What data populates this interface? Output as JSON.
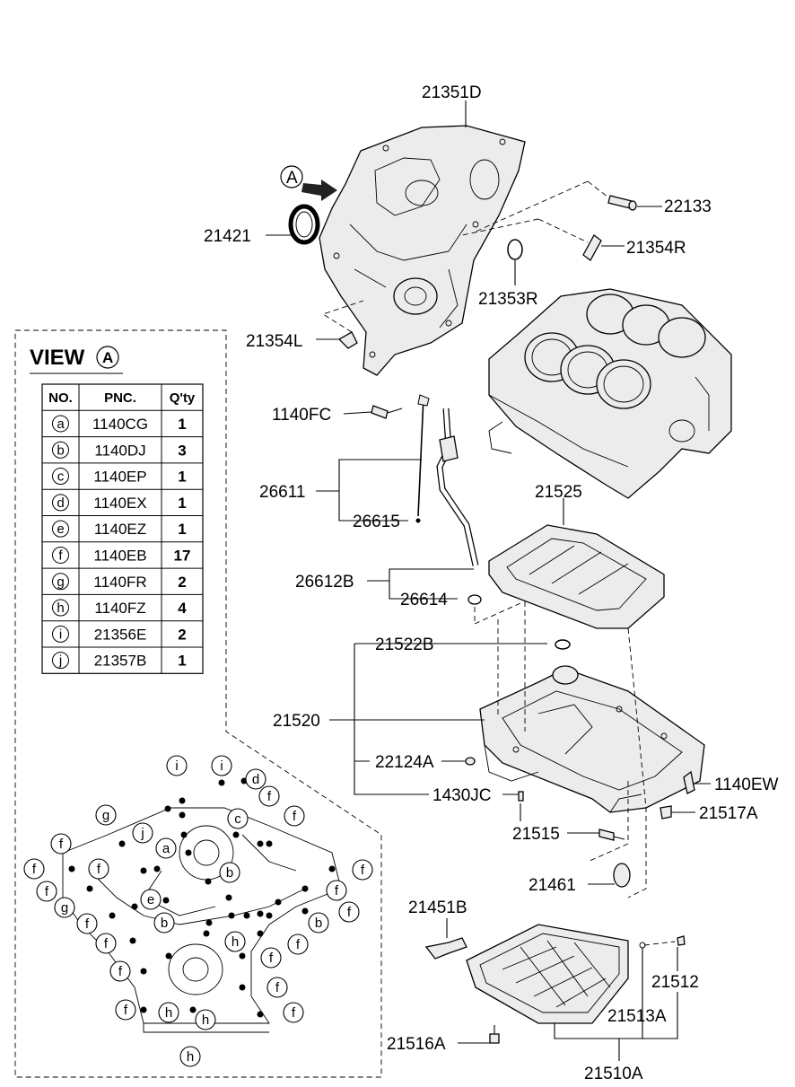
{
  "part_labels": [
    {
      "id": "p21351D",
      "text": "21351D"
    },
    {
      "id": "p22133",
      "text": "22133"
    },
    {
      "id": "p21421",
      "text": "21421"
    },
    {
      "id": "p21354R",
      "text": "21354R"
    },
    {
      "id": "p21353R",
      "text": "21353R"
    },
    {
      "id": "p21354L",
      "text": "21354L"
    },
    {
      "id": "p1140FC",
      "text": "1140FC"
    },
    {
      "id": "p26611",
      "text": "26611"
    },
    {
      "id": "p26615",
      "text": "26615"
    },
    {
      "id": "p21525",
      "text": "21525"
    },
    {
      "id": "p26612B",
      "text": "26612B"
    },
    {
      "id": "p26614",
      "text": "26614"
    },
    {
      "id": "p21522B",
      "text": "21522B"
    },
    {
      "id": "p21520",
      "text": "21520"
    },
    {
      "id": "p22124A",
      "text": "22124A"
    },
    {
      "id": "p1430JC",
      "text": "1430JC"
    },
    {
      "id": "p1140EW",
      "text": "1140EW"
    },
    {
      "id": "p21517A",
      "text": "21517A"
    },
    {
      "id": "p21515",
      "text": "21515"
    },
    {
      "id": "p21461",
      "text": "21461"
    },
    {
      "id": "p21451B",
      "text": "21451B"
    },
    {
      "id": "p21512",
      "text": "21512"
    },
    {
      "id": "p21513A",
      "text": "21513A"
    },
    {
      "id": "p21516A",
      "text": "21516A"
    },
    {
      "id": "p21510A",
      "text": "21510A"
    }
  ],
  "arrow_label": "A",
  "view": {
    "title": "VIEW",
    "letter": "A",
    "headers": [
      "NO.",
      "PNC.",
      "Q'ty"
    ],
    "rows": [
      {
        "no": "a",
        "pnc": "1140CG",
        "qty": "1"
      },
      {
        "no": "b",
        "pnc": "1140DJ",
        "qty": "3"
      },
      {
        "no": "c",
        "pnc": "1140EP",
        "qty": "1"
      },
      {
        "no": "d",
        "pnc": "1140EX",
        "qty": "1"
      },
      {
        "no": "e",
        "pnc": "1140EZ",
        "qty": "1"
      },
      {
        "no": "f",
        "pnc": "1140EB",
        "qty": "17"
      },
      {
        "no": "g",
        "pnc": "1140FR",
        "qty": "2"
      },
      {
        "no": "h",
        "pnc": "1140FZ",
        "qty": "4"
      },
      {
        "no": "i",
        "pnc": "21356E",
        "qty": "2"
      },
      {
        "no": "j",
        "pnc": "21357B",
        "qty": "1"
      }
    ]
  },
  "callouts": [
    "i",
    "i",
    "d",
    "g",
    "c",
    "f",
    "f",
    "j",
    "f",
    "a",
    "f",
    "b",
    "f",
    "f",
    "f",
    "f",
    "f",
    "g",
    "e",
    "b",
    "f",
    "f",
    "h",
    "b",
    "f",
    "f",
    "f",
    "f",
    "h",
    "h",
    "f",
    "f",
    "h"
  ]
}
